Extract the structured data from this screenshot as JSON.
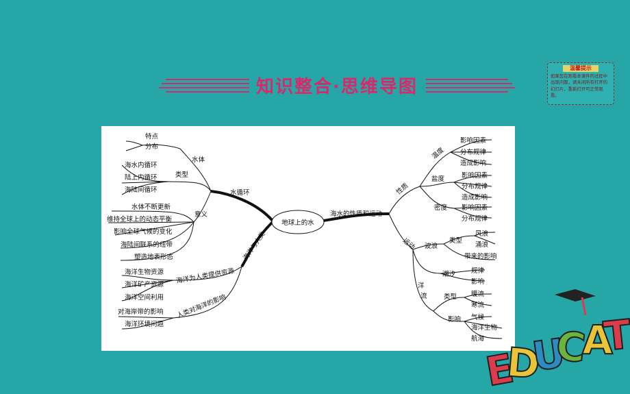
{
  "title": "知识整合·思维导图",
  "note": {
    "title": "温馨提示",
    "body": "如果您在观看本课件的过程中出现问题，请关闭所有打开的幻灯片，重新打开可正常观看。"
  },
  "mindmap": {
    "center": "地球上的水",
    "left": {
      "cycle": {
        "label": "水循环",
        "water": {
          "label": "水体",
          "items": [
            "特点",
            "分布"
          ]
        },
        "type": {
          "label": "类型",
          "items": [
            "海水内循环",
            "陆上内循环",
            "海陆间循环"
          ]
        },
        "meaning": {
          "label": "意义",
          "items": [
            "水体不断更新",
            "维持全球上的动态平衡",
            "影响全球气候的变化",
            "海陆间联系的纽带",
            "塑造地表形态"
          ]
        }
      },
      "ocean_human": {
        "label": "海洋与人类",
        "resources": {
          "label": "海洋为人类提供资源",
          "items": [
            "海洋生物资源",
            "海洋矿产资源",
            "海洋空间利用"
          ]
        },
        "impact": {
          "label": "人类对海洋的影响",
          "items": [
            "对海岸带的影响",
            "海洋环境问题"
          ]
        }
      }
    },
    "right": {
      "label": "海水的性质和运动",
      "property": {
        "label": "性质",
        "temperature": {
          "label": "温度",
          "items": [
            "影响因素",
            "分布规律",
            "造成影响"
          ]
        },
        "salinity": {
          "label": "盐度",
          "items": [
            "影响因素",
            "分布规律",
            "造成影响"
          ]
        },
        "density": {
          "label": "密度",
          "items": [
            "影响因素",
            "分布规律"
          ]
        }
      },
      "motion": {
        "label": "运动",
        "wave": {
          "label": "波浪",
          "type_label": "类型",
          "types": [
            "风浪",
            "涌浪"
          ],
          "effect": "带来的影响"
        },
        "tide": {
          "label": "潮汐",
          "items": [
            "规律",
            "影响"
          ]
        },
        "current": {
          "label": "洋流",
          "type_label": "类型",
          "types": [
            "暖流",
            "寒流"
          ],
          "effect_label": "影响",
          "effects": [
            "气候",
            "海洋生物",
            "航海"
          ]
        }
      }
    }
  },
  "decoration": {
    "word": "EDUCATION"
  },
  "colors": {
    "background": "#27A6A8",
    "title": "#D72A6A",
    "panel": "#FFFFFF",
    "line": "#111111"
  }
}
